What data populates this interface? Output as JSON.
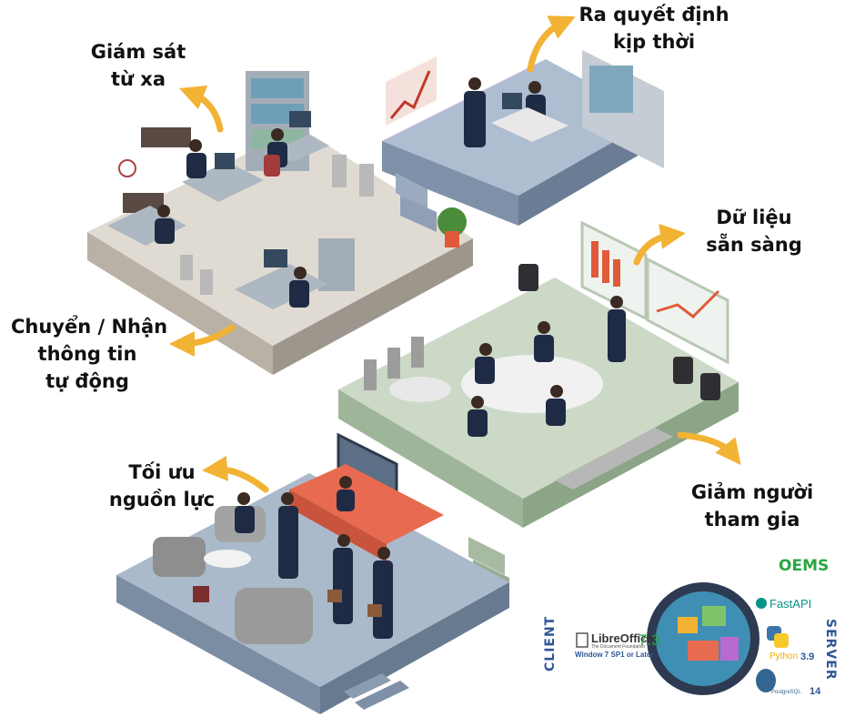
{
  "labels": {
    "remote_monitoring": [
      "Giám sát",
      "từ xa"
    ],
    "timely_decision": [
      "Ra quyết định",
      "kịp thời"
    ],
    "data_ready": [
      "Dữ liệu",
      "sẵn sàng"
    ],
    "auto_transfer": [
      "Chuyển / Nhận",
      "thông tin",
      "tự động"
    ],
    "optimize_resources": [
      "Tối ưu",
      "nguồn lực"
    ],
    "reduce_participants": [
      "Giảm người",
      "tham gia"
    ]
  },
  "tech": {
    "oems": "OEMS",
    "client": "CLIENT",
    "server": "SERVER",
    "libreoffice_name": "LibreOffice",
    "libreoffice_org": "The Document Foundation",
    "libreoffice_version": "7.3",
    "libreoffice_req": "Window 7 SP1 or Later",
    "fastapi": "FastAPI",
    "python": "Python",
    "python_version": "3.9",
    "postgres": "PostgreSQL",
    "postgres_version": "14"
  },
  "colors": {
    "arrow": "#f2b233",
    "floor_office": "#d9d3ca",
    "floor_blue": "#aab9cc",
    "floor_green": "#c7d6c3",
    "oems_green": "#2aa541",
    "client_blue": "#2f5597"
  }
}
